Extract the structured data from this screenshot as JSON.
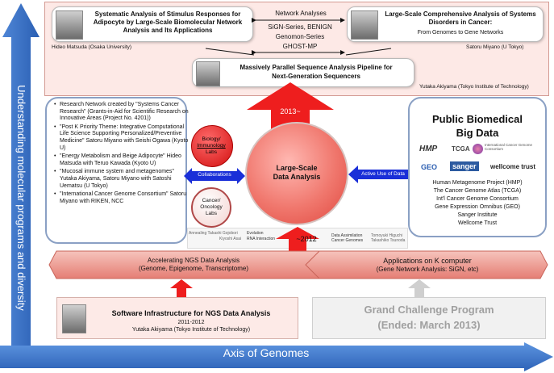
{
  "vertical_axis": {
    "label": "Understanding molecular programs and diversity"
  },
  "horizontal_axis": {
    "label": "Axis of Genomes"
  },
  "top_section": {
    "left_project": {
      "title": "Systematic Analysis of Stimulus Responses for Adipocyte by Large-Scale Biomolecular Network Analysis and Its Applications",
      "person": "Hideo Matsuda (Osaka University)"
    },
    "right_project": {
      "title": "Large-Scale Comprehensive Analysis of Systems Disorders in Cancer:",
      "subtitle": "From Genomes to Gene Networks",
      "person": "Satoru Miyano (U Tokyo)"
    },
    "network_analyses": {
      "label": "Network Analyses",
      "tools": [
        "SiGN-Series, BENIGN",
        "Genomon-Series",
        "GHOST-MP"
      ]
    },
    "pipeline": {
      "title_line1": "Massively Parallel Sequence Analysis Pipeline for",
      "title_line2": "Next-Generation Sequencers",
      "person": "Yutaka Akiyama (Tokyo Institute of Technology)"
    }
  },
  "arrow_2013": "2013~",
  "arrow_2012": "~2012",
  "center": {
    "label_line1": "Large-Scale",
    "label_line2": "Data Analysis"
  },
  "labs": {
    "biology_line1": "Biology/",
    "biology_line2": "Immunology",
    "biology_line3": "Labs",
    "cancer_line1": "Cancer/",
    "cancer_line2": "Oncology",
    "cancer_line3": "Labs"
  },
  "collaborations": "Collaborations",
  "active_use": "Active Use of Data",
  "research_list": [
    "Research Network created by \"Systems Cancer Research\" (Grants-in-Aid for Scientific Research on Innovative Areas (Project No. 4201))",
    "\"Post K Priority Theme: Integrative Computational Life Science Supporting Personalized/Preventive Medicine\" Satoru Miyano with Seishi Ogawa (Kyoto U)",
    "\"Energy Metabolism and Beige Adipocyte\" Hideo Matsuda with Teruo Kawada (Kyoto U)",
    "\"Mucosal immune system and metagenomes\" Yutaka Akiyama, Satoru Miyano with Satoshi Uematsu (U Tokyo)",
    "\"International Cancer Genome Consortium\" Satoru Miyano with RIKEN, NCC"
  ],
  "public_data": {
    "title_line1": "Public Biomedical",
    "title_line2": "Big Data",
    "logos": [
      "HMP",
      "TCGA",
      "International Cancer Genome Consortium",
      "GEO",
      "sanger",
      "wellcome trust"
    ],
    "sources": [
      "Human Metagenome Project (HMP)",
      "The Cancer Genome Atlas (TCGA)",
      "Int'l Cancer Genome Consortium",
      "Gene Expression Omnibus (GEO)",
      "Sanger Institute",
      "Wellcome Trust"
    ]
  },
  "past_projects": {
    "left": [
      "Annealing Takashi Gojobori",
      "Kiyoshi Asai"
    ],
    "middle": [
      "Evolution",
      "RNA Interaction"
    ],
    "right_title": [
      "Data Assimilation",
      "Cancer Genomes"
    ],
    "right_people": [
      "Tomoyuki Higuchi",
      "Takashiko Tsunoda"
    ]
  },
  "ngs_bar": {
    "line1": "Accelerating NGS Data Analysis",
    "line2": "(Genome, Epigenome, Transcriptome)"
  },
  "k_bar": {
    "line1": "Applications on K computer",
    "line2": "(Gene Network Analysis: SiGN, etc)"
  },
  "infrastructure": {
    "title": "Software Infrastructure for NGS Data Analysis",
    "years": "2011-2012",
    "person": "Yutaka Akiyama (Tokyo Institute of Technology)"
  },
  "grand_challenge": {
    "line1": "Grand Challenge Program",
    "line2": "(Ended: March 2013)"
  }
}
